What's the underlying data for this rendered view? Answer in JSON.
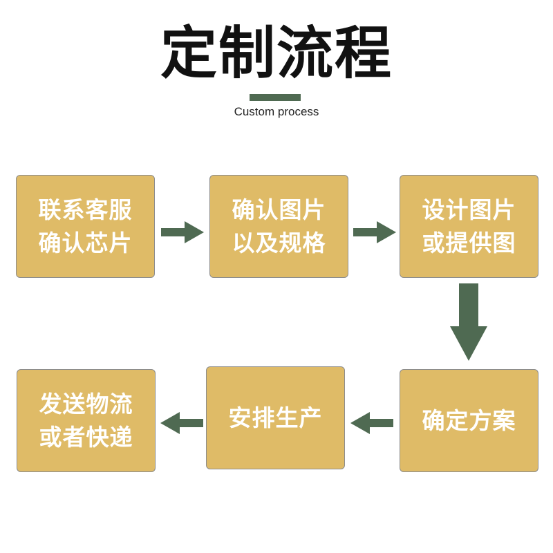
{
  "header": {
    "title": "定制流程",
    "subtitle": "Custom process"
  },
  "steps": [
    {
      "label": "联系客服\n确认芯片"
    },
    {
      "label": "确认图片\n以及规格"
    },
    {
      "label": "设计图片\n或提供图"
    },
    {
      "label": "确定方案"
    },
    {
      "label": "安排生产"
    },
    {
      "label": "发送物流\n或者快递"
    }
  ],
  "colors": {
    "box_fill": "#dfbb67",
    "box_text": "#ffffff",
    "arrow": "#4f6a52",
    "title": "#111111",
    "accent_bar": "#4f6a52"
  }
}
